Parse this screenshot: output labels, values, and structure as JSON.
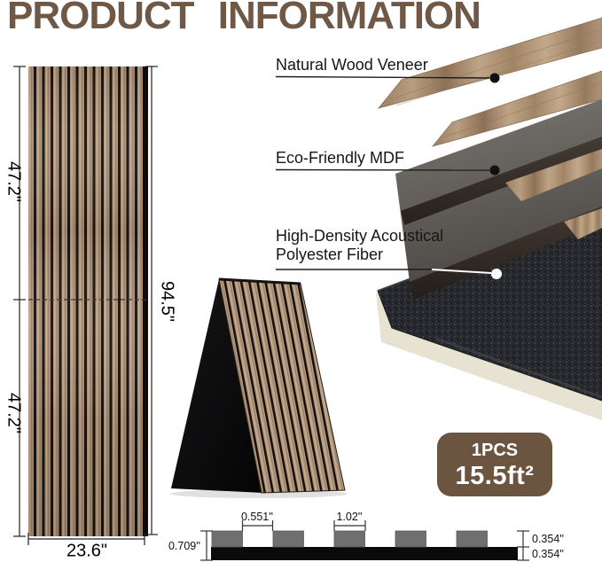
{
  "title": "PRODUCT INFORMATION",
  "front_panel": {
    "upper_height": "47.2\"",
    "lower_height": "47.2\"",
    "total_height": "94.5\"",
    "width": "23.6\""
  },
  "layers": {
    "veneer": "Natural Wood Veneer",
    "mdf": "Eco-Friendly MDF",
    "fiber_line1": "High-Density Acoustical",
    "fiber_line2": "Polyester Fiber"
  },
  "badge": {
    "quantity": "1PCS",
    "coverage": "15.5ft²"
  },
  "cross_section": {
    "slat_gap": "0.551''",
    "slat_width": "1.02''",
    "total_thickness": "0.709''",
    "slat_height": "0.354''",
    "base_thickness": "0.354''"
  },
  "colors": {
    "title_brown": "#6f5946",
    "badge_brown": "#6b5540",
    "wood_tan": "#b2977e",
    "groove_black": "#15100b",
    "mdf_gray": "#6e6a66",
    "fiber_black": "#25272b",
    "base_cream": "#e8e2d2",
    "cross_slat_gray": "#6f6f6d"
  }
}
